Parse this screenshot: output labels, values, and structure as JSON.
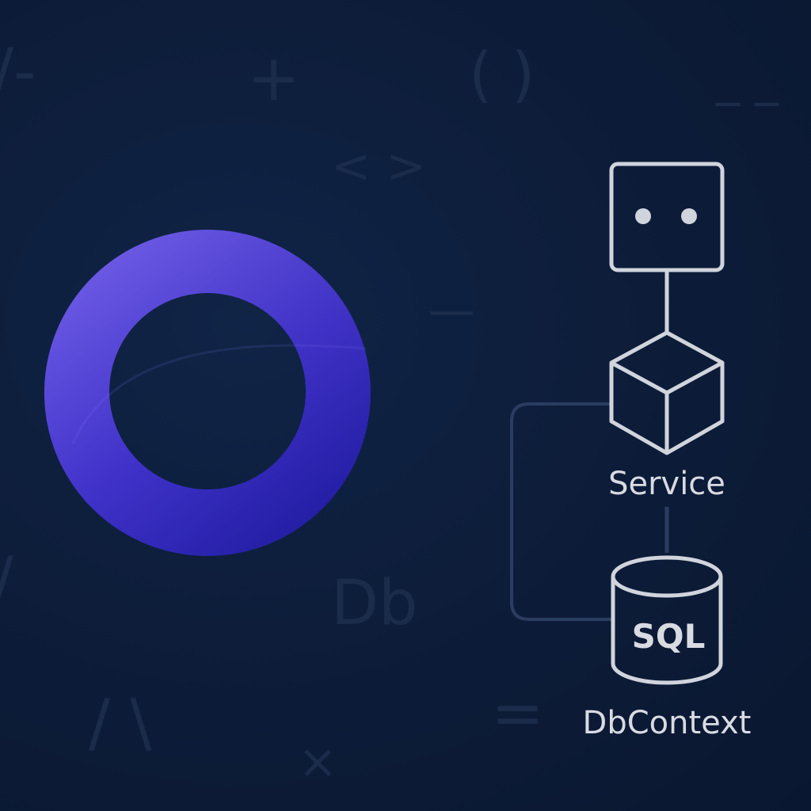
{
  "colors": {
    "background": "#0c1a33",
    "ring_light": "#6a58e8",
    "ring_dark": "#2b26c8",
    "line": "#d0d4dc",
    "connector": "#2a3d60",
    "faint_glyph": "#1b2c4b"
  },
  "logo": {
    "icon": "ring-logo-icon"
  },
  "diagram": {
    "nodes": [
      {
        "id": "client",
        "icon": "robot-face-icon",
        "label": ""
      },
      {
        "id": "service",
        "icon": "cube-icon",
        "label": "Service"
      },
      {
        "id": "dbcontext",
        "icon": "database-cylinder-icon",
        "inner_label": "SQL",
        "label": "DbContext"
      }
    ]
  },
  "background_glyphs": [
    "/-",
    "+",
    "( )",
    "_ _",
    "< >",
    "Db",
    "/",
    "/ \\",
    "=",
    "×",
    "—"
  ]
}
